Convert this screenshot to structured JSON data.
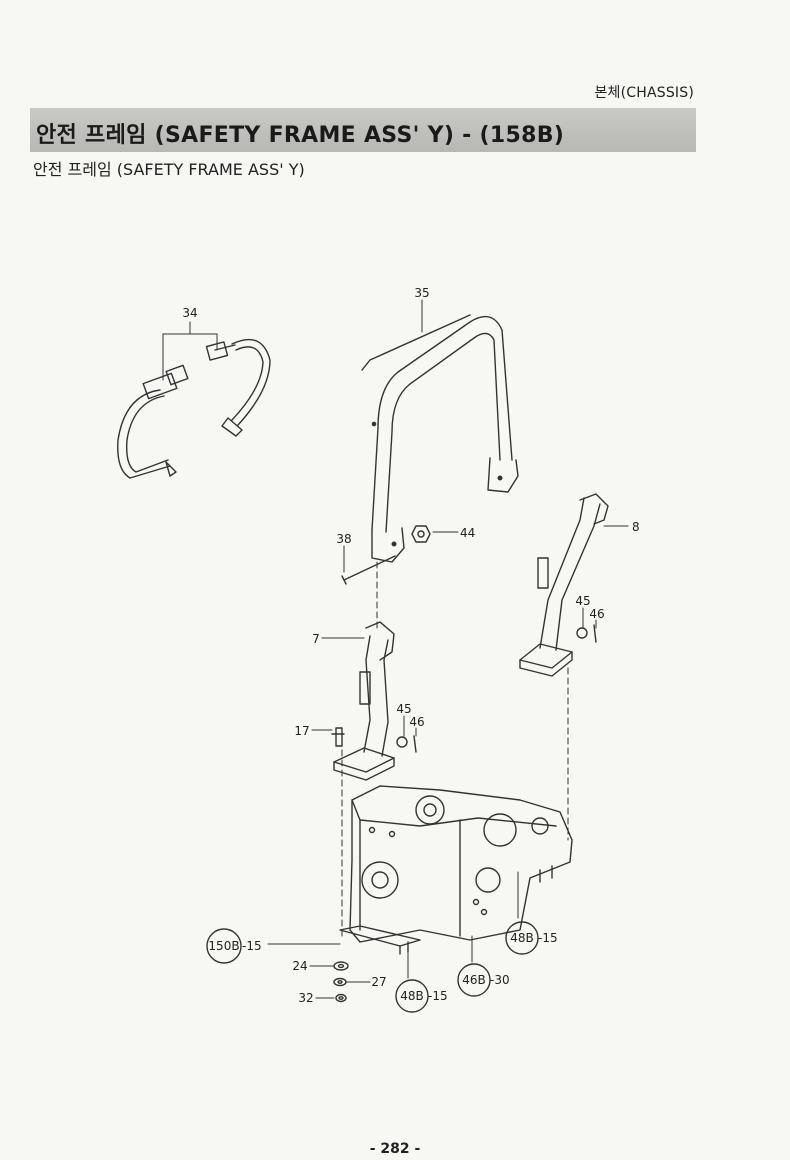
{
  "header": {
    "section": "본체(CHASSIS)",
    "banner_title": "안전 프레임 (SAFETY FRAME ASS' Y) - (158B)",
    "subtitle": "안전 프레임 (SAFETY FRAME ASS' Y)"
  },
  "parts": {
    "p34": "34",
    "p35": "35",
    "p8": "8",
    "p38": "38",
    "p44": "44",
    "p45a": "45",
    "p46a": "46",
    "p7": "7",
    "p45b": "45",
    "p46b": "46",
    "p17": "17",
    "p24": "24",
    "p27": "27",
    "p32": "32"
  },
  "refs": {
    "r150b": "150B",
    "r150b_suffix": "-15",
    "r48b_right": "48B",
    "r48b_right_suffix": "-15",
    "r46b": "46B",
    "r46b_suffix": "-30",
    "r48b_low": "48B",
    "r48b_low_suffix": "-15"
  },
  "footer": {
    "page_number": "- 282 -"
  }
}
